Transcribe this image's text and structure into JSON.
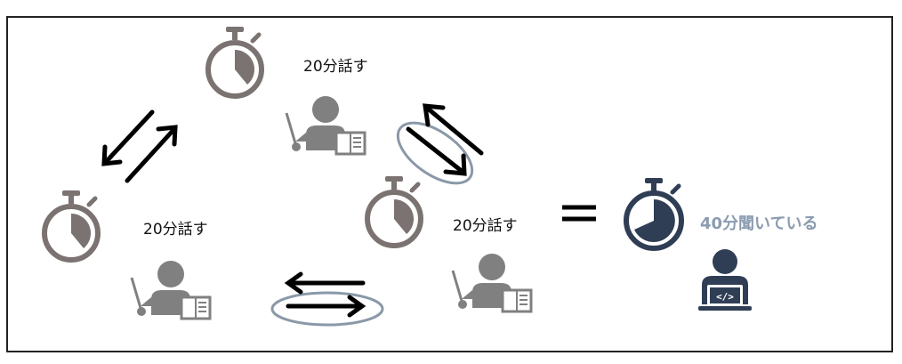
{
  "speakers": [
    {
      "label": "20分話す"
    },
    {
      "label": "20分話す"
    },
    {
      "label": "20分話す"
    }
  ],
  "result": {
    "label": "40分聞いている"
  },
  "colors": {
    "timer_gray": "#7b7371",
    "person_gray": "#7f7f7f",
    "listener_navy": "#2f3e55",
    "ellipse_stroke": "#8a98a8",
    "result_text": "#8a9bb0"
  }
}
